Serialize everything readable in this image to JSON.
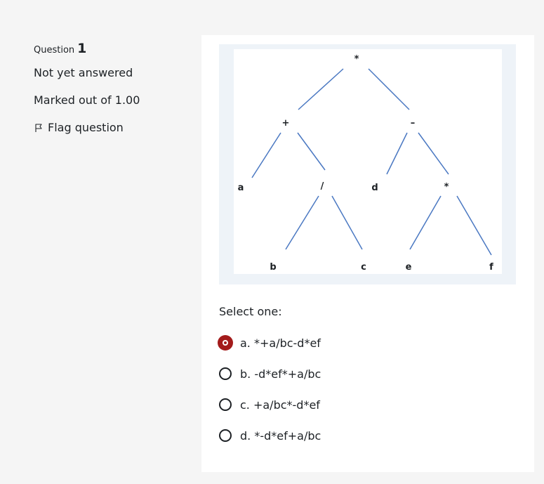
{
  "info": {
    "question_label": "Question",
    "question_number": "1",
    "state": "Not yet answered",
    "grade": "Marked out of 1.00",
    "flag_label": "Flag question"
  },
  "figure": {
    "nodes": {
      "root": "*",
      "plus": "+",
      "minus": "–",
      "a": "a",
      "div": "/",
      "d": "d",
      "times2": "*",
      "b": "b",
      "c": "c",
      "e": "e",
      "f": "f"
    },
    "edge_color": "#4a78c2"
  },
  "prompt": "Select one:",
  "answers": [
    {
      "label": "a. *+a/bc-d*ef",
      "checked": true
    },
    {
      "label": "b. -d*ef*+a/bc",
      "checked": false
    },
    {
      "label": "c. +a/bc*-d*ef",
      "checked": false
    },
    {
      "label": "d. *-d*ef+a/bc",
      "checked": false
    }
  ],
  "accent_color": "#a31b1b"
}
